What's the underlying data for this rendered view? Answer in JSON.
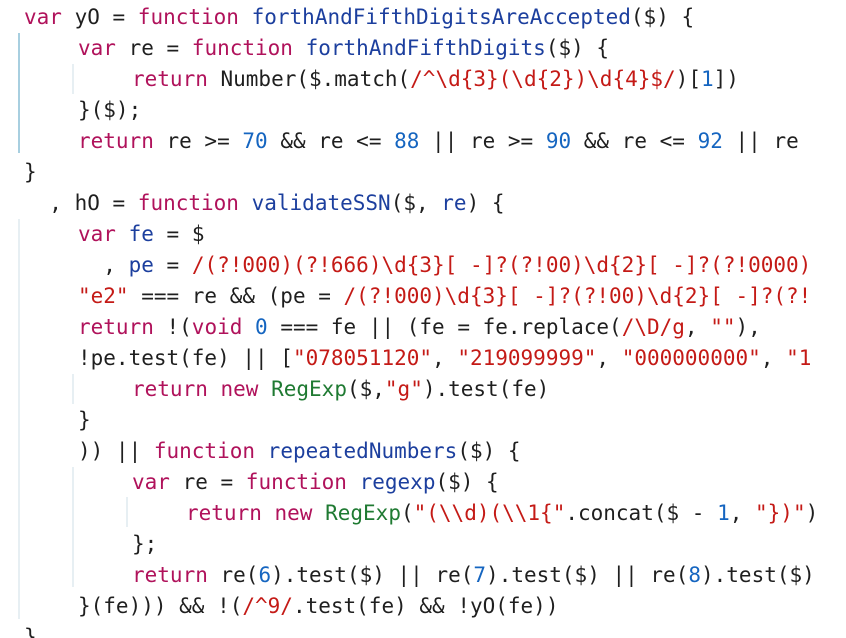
{
  "editor": {
    "lines": [
      {
        "indent": 0,
        "tokens": [
          [
            "kw",
            "var"
          ],
          [
            "pl",
            " yO = "
          ],
          [
            "kw",
            "function"
          ],
          [
            "pl",
            " "
          ],
          [
            "fn",
            "forthAndFifthDigitsAreAccepted"
          ],
          [
            "pl",
            "($) {"
          ]
        ]
      },
      {
        "indent": 1,
        "tokens": [
          [
            "kw",
            "var"
          ],
          [
            "pl",
            " re = "
          ],
          [
            "kw",
            "function"
          ],
          [
            "pl",
            " "
          ],
          [
            "fn",
            "forthAndFifthDigits"
          ],
          [
            "pl",
            "($) {"
          ]
        ]
      },
      {
        "indent": 2,
        "tokens": [
          [
            "kw",
            "return"
          ],
          [
            "pl",
            " Number($.match("
          ],
          [
            "rx",
            "/^\\d{3}(\\d{2})\\d{4}$/"
          ],
          [
            "pl",
            ")["
          ],
          [
            "num",
            "1"
          ],
          [
            "pl",
            "])"
          ]
        ]
      },
      {
        "indent": 1,
        "tokens": [
          [
            "pl",
            "}($);"
          ]
        ]
      },
      {
        "indent": 1,
        "tokens": [
          [
            "kw",
            "return"
          ],
          [
            "pl",
            " re >= "
          ],
          [
            "num",
            "70"
          ],
          [
            "pl",
            " && re <= "
          ],
          [
            "num",
            "88"
          ],
          [
            "pl",
            " || re >= "
          ],
          [
            "num",
            "90"
          ],
          [
            "pl",
            " && re <= "
          ],
          [
            "num",
            "92"
          ],
          [
            "pl",
            " || re"
          ]
        ]
      },
      {
        "indent": 0,
        "tokens": [
          [
            "pl",
            "}"
          ]
        ]
      },
      {
        "indent": 0,
        "tokens": [
          [
            "pl",
            "  , hO = "
          ],
          [
            "kw",
            "function"
          ],
          [
            "pl",
            " "
          ],
          [
            "fn",
            "validateSSN"
          ],
          [
            "pl",
            "($, "
          ],
          [
            "fn",
            "re"
          ],
          [
            "pl",
            ") {"
          ]
        ]
      },
      {
        "indent": 1,
        "tokens": [
          [
            "kw",
            "var"
          ],
          [
            "pl",
            " "
          ],
          [
            "fn",
            "fe"
          ],
          [
            "pl",
            " = $"
          ]
        ]
      },
      {
        "indent": 1,
        "tokens": [
          [
            "pl",
            "  , "
          ],
          [
            "fn",
            "pe"
          ],
          [
            "pl",
            " = "
          ],
          [
            "rx",
            "/(?!000)(?!666)\\d{3}[ -]?(?!00)\\d{2}[ -]?(?!0000)"
          ]
        ]
      },
      {
        "indent": 1,
        "tokens": [
          [
            "str",
            "\"e2\""
          ],
          [
            "pl",
            " === re && (pe = "
          ],
          [
            "rx",
            "/(?!000)\\d{3}[ -]?(?!00)\\d{2}[ -]?(?!"
          ]
        ]
      },
      {
        "indent": 1,
        "tokens": [
          [
            "kw",
            "return"
          ],
          [
            "pl",
            " !("
          ],
          [
            "kw",
            "void"
          ],
          [
            "pl",
            " "
          ],
          [
            "num",
            "0"
          ],
          [
            "pl",
            " === fe || (fe = fe.replace("
          ],
          [
            "rx",
            "/\\D/g"
          ],
          [
            "pl",
            ", "
          ],
          [
            "str",
            "\"\""
          ],
          [
            "pl",
            "),"
          ]
        ]
      },
      {
        "indent": 1,
        "tokens": [
          [
            "pl",
            "!pe.test(fe) || ["
          ],
          [
            "str",
            "\"078051120\""
          ],
          [
            "pl",
            ", "
          ],
          [
            "str",
            "\"219099999\""
          ],
          [
            "pl",
            ", "
          ],
          [
            "str",
            "\"000000000\""
          ],
          [
            "pl",
            ", "
          ],
          [
            "str",
            "\"1"
          ]
        ]
      },
      {
        "indent": 2,
        "tokens": [
          [
            "kw",
            "return"
          ],
          [
            "pl",
            " "
          ],
          [
            "kw",
            "new"
          ],
          [
            "pl",
            " "
          ],
          [
            "cls",
            "RegExp"
          ],
          [
            "pl",
            "($,"
          ],
          [
            "str",
            "\"g\""
          ],
          [
            "pl",
            ").test(fe)"
          ]
        ]
      },
      {
        "indent": 1,
        "tokens": [
          [
            "pl",
            "}"
          ]
        ]
      },
      {
        "indent": 1,
        "tokens": [
          [
            "pl",
            ")) || "
          ],
          [
            "kw",
            "function"
          ],
          [
            "pl",
            " "
          ],
          [
            "fn",
            "repeatedNumbers"
          ],
          [
            "pl",
            "($) {"
          ]
        ]
      },
      {
        "indent": 2,
        "tokens": [
          [
            "kw",
            "var"
          ],
          [
            "pl",
            " re = "
          ],
          [
            "kw",
            "function"
          ],
          [
            "pl",
            " "
          ],
          [
            "fn",
            "regexp"
          ],
          [
            "pl",
            "($) {"
          ]
        ]
      },
      {
        "indent": 3,
        "tokens": [
          [
            "kw",
            "return"
          ],
          [
            "pl",
            " "
          ],
          [
            "kw",
            "new"
          ],
          [
            "pl",
            " "
          ],
          [
            "cls",
            "RegExp"
          ],
          [
            "pl",
            "("
          ],
          [
            "str",
            "\"(\\\\d)(\\\\1{\""
          ],
          [
            "pl",
            ".concat($ - "
          ],
          [
            "num",
            "1"
          ],
          [
            "pl",
            ", "
          ],
          [
            "str",
            "\"})\""
          ],
          [
            "pl",
            ")"
          ]
        ]
      },
      {
        "indent": 2,
        "tokens": [
          [
            "pl",
            "};"
          ]
        ]
      },
      {
        "indent": 2,
        "tokens": [
          [
            "kw",
            "return"
          ],
          [
            "pl",
            " re("
          ],
          [
            "num",
            "6"
          ],
          [
            "pl",
            ").test($) || re("
          ],
          [
            "num",
            "7"
          ],
          [
            "pl",
            ").test($) || re("
          ],
          [
            "num",
            "8"
          ],
          [
            "pl",
            ").test($)"
          ]
        ]
      },
      {
        "indent": 1,
        "tokens": [
          [
            "pl",
            "}(fe))) && !("
          ],
          [
            "rx",
            "/^9/"
          ],
          [
            "pl",
            ".test(fe) && !yO(fe))"
          ]
        ]
      },
      {
        "indent": 0,
        "tokens": [
          [
            "pl",
            "}"
          ]
        ]
      }
    ]
  }
}
